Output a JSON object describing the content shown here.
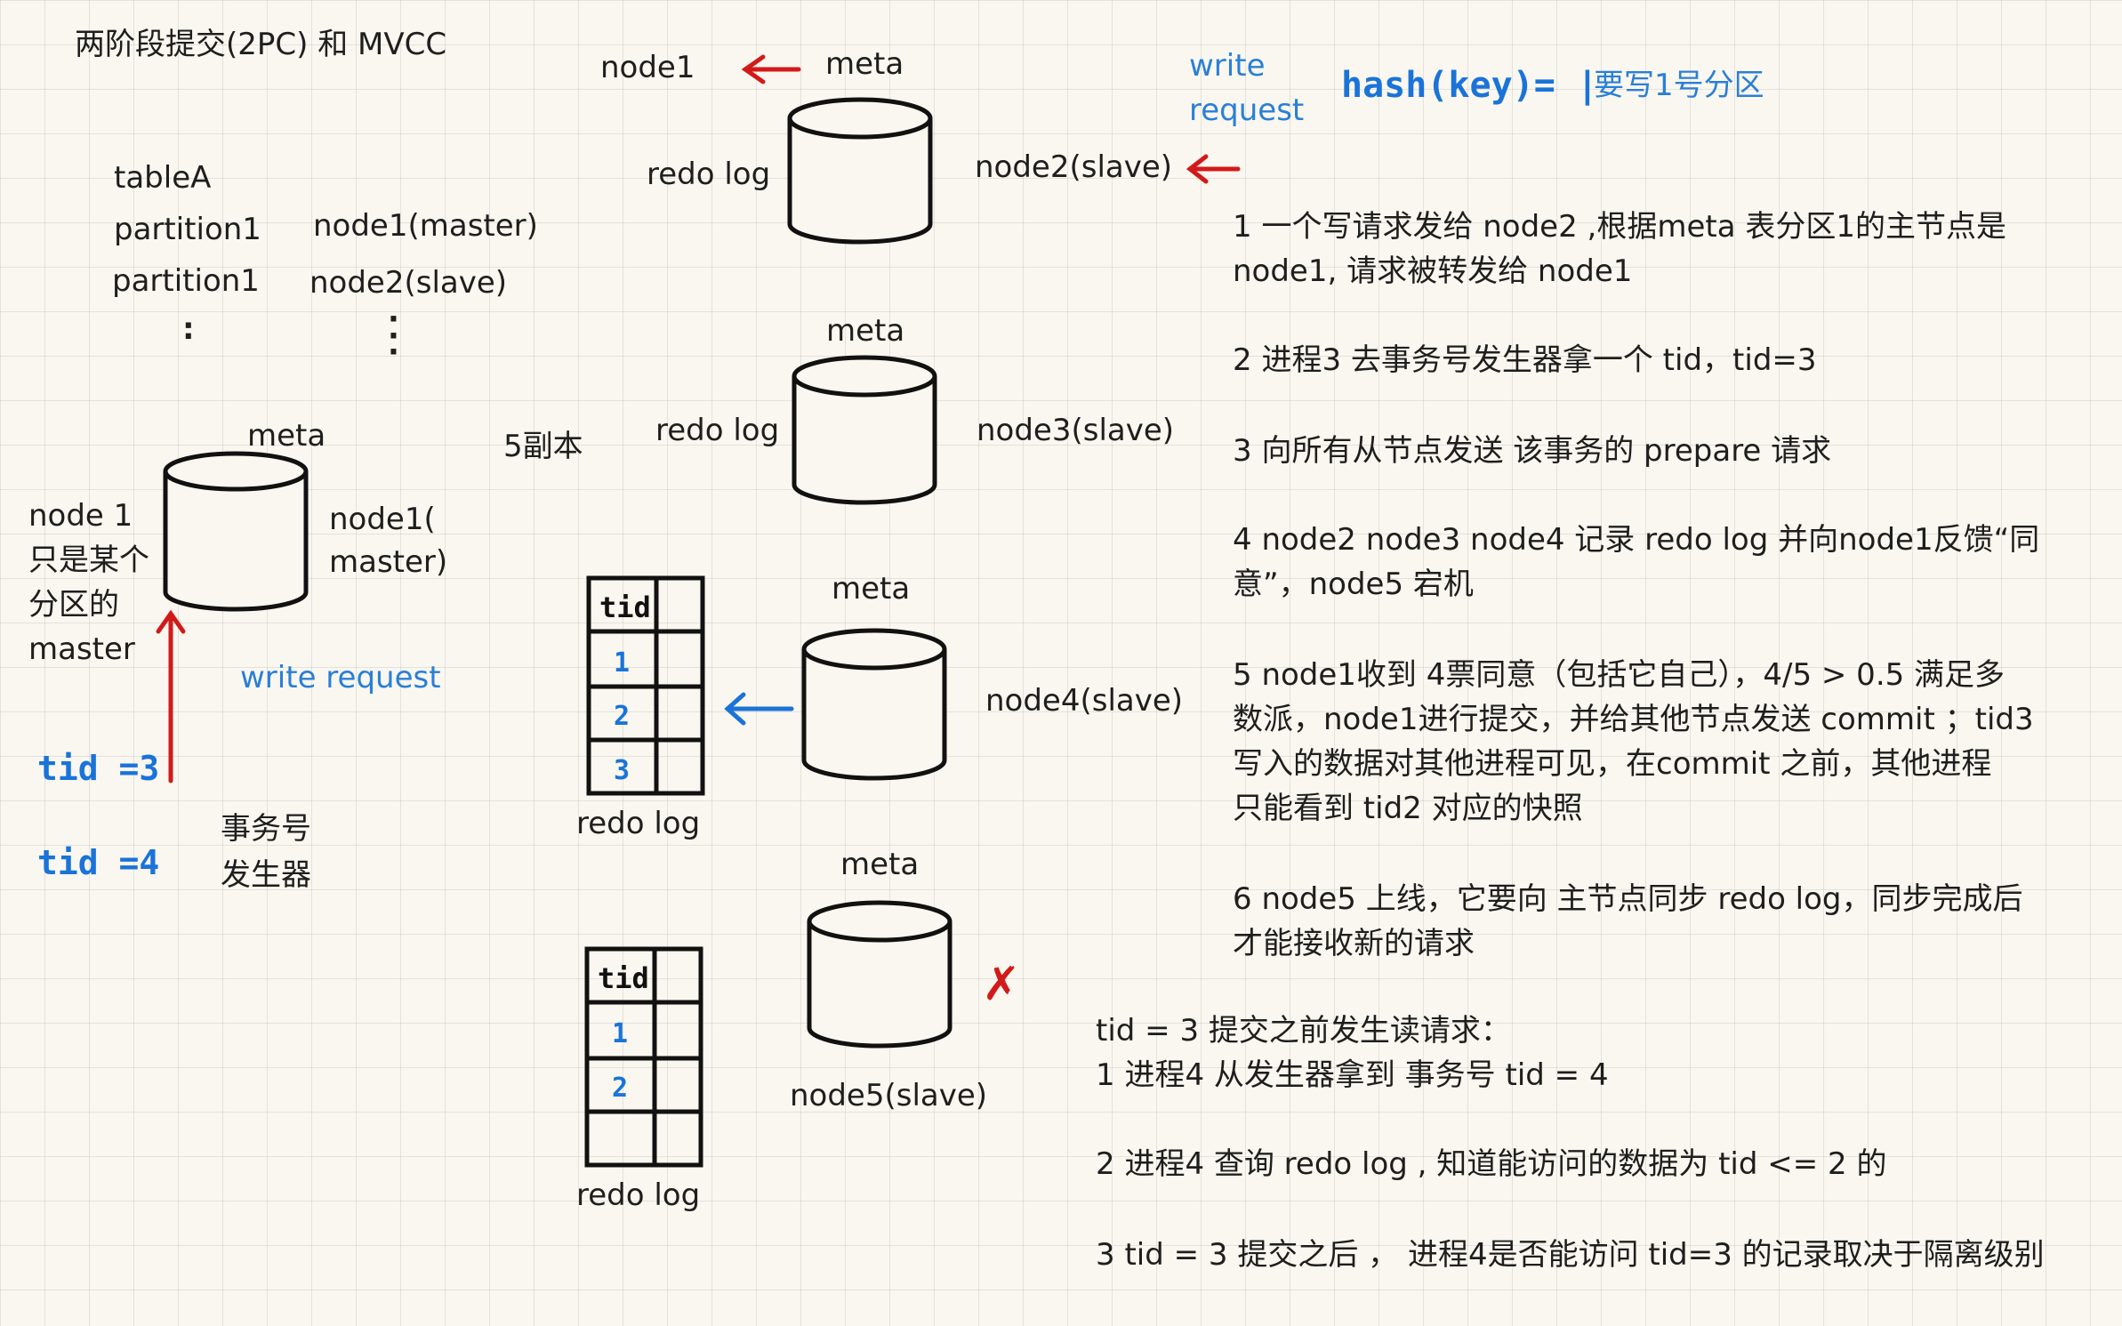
{
  "title": "两阶段提交(2PC) 和 MVCC",
  "left": {
    "table": "tableA",
    "partition1_a": "partition1",
    "partition1_b": "partition1",
    "node1_master": "node1(master)",
    "node2_slave": "node2(slave)",
    "meta": "meta",
    "node1_desc": [
      "node 1",
      "只是某个",
      "分区的",
      "master"
    ],
    "node1_role": [
      "node1(",
      "master)"
    ],
    "write_request": "write request",
    "tid3": "tid =3",
    "tid4": "tid =4",
    "generator": [
      "事务号",
      "发生器"
    ],
    "replicas": "5副本"
  },
  "nodes": {
    "top_node1": "node1",
    "meta1": "meta",
    "redo1": "redo log",
    "node2": "node2(slave)",
    "meta2": "meta",
    "redo2": "redo log",
    "node3": "node3(slave)",
    "meta3": "meta",
    "redo3": "redo log",
    "node4": "node4(slave)",
    "meta4": "meta",
    "redo4": "redo log",
    "node5": "node5(slave)",
    "cross": "✗"
  },
  "redo_tables": {
    "header": "tid",
    "table1_rows": [
      "1",
      "2",
      "3"
    ],
    "table2_rows": [
      "1",
      "2"
    ]
  },
  "header_right": {
    "write": "write",
    "request": "request",
    "hash": "hash(key)= |",
    "partition": "要写1号分区"
  },
  "steps": [
    [
      "1 一个写请求发给 node2 ,根据meta 表分区1的主节点是",
      "node1, 请求被转发给 node1"
    ],
    [
      "2 进程3 去事务号发生器拿一个 tid，tid=3"
    ],
    [
      "3 向所有从节点发送 该事务的 prepare 请求"
    ],
    [
      "4 node2 node3 node4 记录 redo log 并向node1反馈“同",
      "意”，node5 宕机"
    ],
    [
      "5 node1收到 4票同意（包括它自己），4/5 > 0.5 满足多",
      "数派，node1进行提交，并给其他节点发送 commit ；tid3",
      "写入的数据对其他进程可见，在commit 之前，其他进程",
      "只能看到 tid2 对应的快照"
    ],
    [
      "6 node5 上线，它要向 主节点同步 redo log，同步完成后",
      "才能接收新的请求"
    ]
  ],
  "read": {
    "heading": "tid = 3 提交之前发生读请求：",
    "r1": "1 进程4 从发生器拿到 事务号 tid = 4",
    "r2": "2  进程4 查询 redo log , 知道能访问的数据为 tid <= 2 的",
    "r3": "3  tid = 3 提交之后 ， 进程4是否能访问 tid=3 的记录取决于隔离级别"
  }
}
